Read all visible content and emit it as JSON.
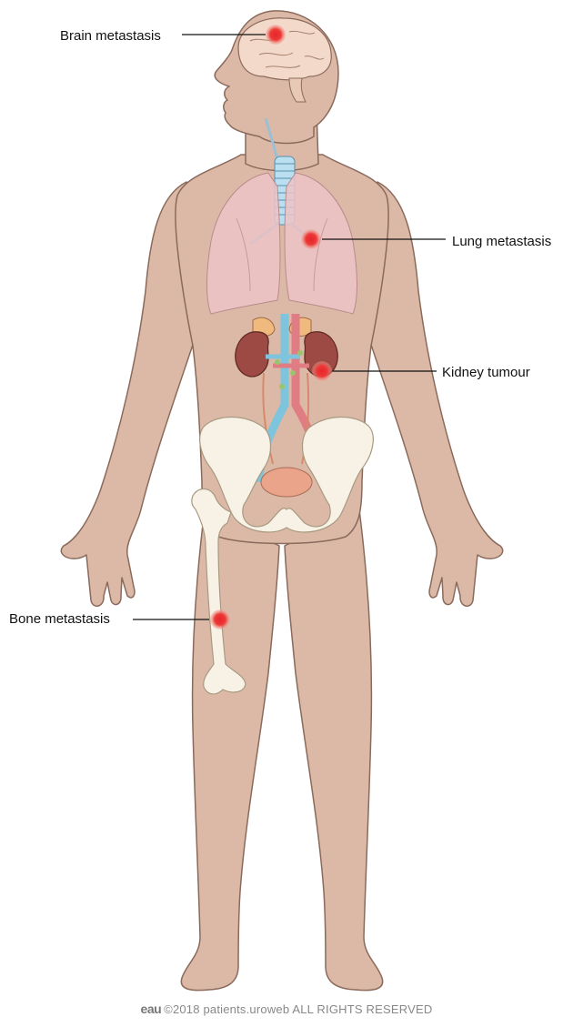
{
  "labels": {
    "brain": "Brain metastasis",
    "lung": "Lung metastasis",
    "kidney": "Kidney tumour",
    "bone": "Bone metastasis"
  },
  "footer": {
    "logo": "eau",
    "text": "©2018 patients.uroweb ALL RIGHTS RESERVED"
  },
  "colors": {
    "skin": "#dcb9a7",
    "skin_outline": "#8a6a5c",
    "lung": "#ecc3c5",
    "kidney": "#9e4a44",
    "bone": "#f7f1e6",
    "artery": "#e07c84",
    "vein": "#7ec4dc",
    "marker": "#e8242b"
  }
}
